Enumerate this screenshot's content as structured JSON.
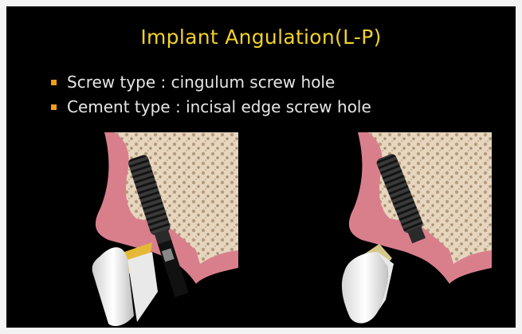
{
  "slide": {
    "title": "Implant Angulation(L-P)",
    "bullets": [
      {
        "label": "Screw type : cingulum screw hole"
      },
      {
        "label": "Cement type : incisal edge screw hole"
      }
    ]
  },
  "illustrations": [
    {
      "name": "screw-retained-implant-illustration",
      "crown_color": "#f2f2f2",
      "abutment_color": "#e5b936"
    },
    {
      "name": "cement-retained-implant-illustration",
      "crown_color": "#fbfbfb",
      "abutment_color": "#d6c88a"
    }
  ],
  "colors": {
    "title": "#f2d12a",
    "bullet_marker": "#f29b1c",
    "background": "#000000",
    "gum": "#d97f8c",
    "bone": "#e4d3bc",
    "implant": "#2a2a2a"
  }
}
